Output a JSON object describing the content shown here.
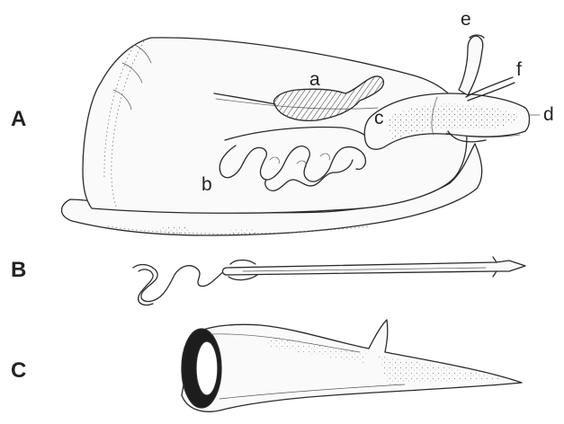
{
  "panels": {
    "A": "A",
    "B": "B",
    "C": "C"
  },
  "parts": {
    "a": "a",
    "b": "b",
    "c": "c",
    "d": "d",
    "e": "e",
    "f": "f"
  }
}
